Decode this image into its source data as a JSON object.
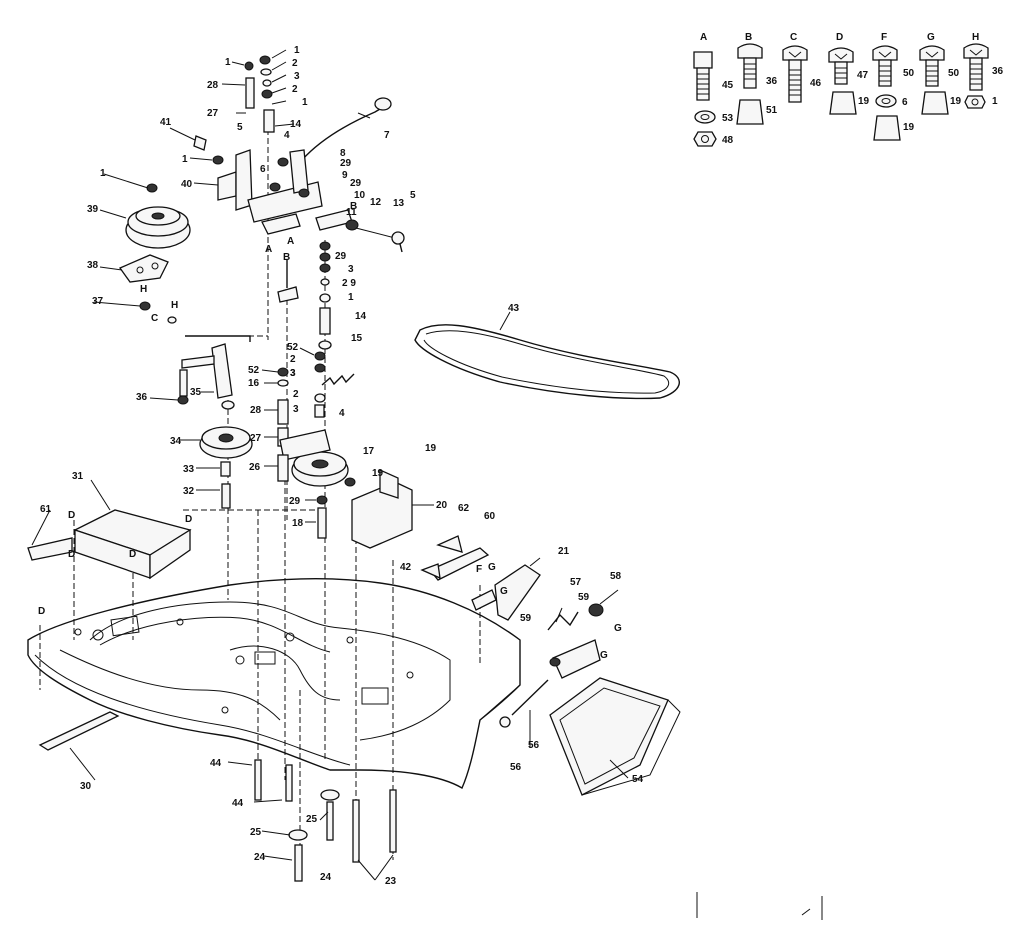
{
  "diagram": {
    "hardware_legend": [
      {
        "letter": "A",
        "part": "45"
      },
      {
        "letter": "B",
        "part": "36"
      },
      {
        "letter": "C",
        "part": "46"
      },
      {
        "letter": "D",
        "part": "47"
      },
      {
        "letter": "F",
        "part": "50"
      },
      {
        "letter": "G",
        "part": "50"
      },
      {
        "letter": "H",
        "part": "36"
      }
    ],
    "legend_extra": [
      "51",
      "19",
      "6",
      "19",
      "1",
      "53",
      "48",
      "19"
    ],
    "callouts": {
      "c1a": "1",
      "c1b": "1",
      "c2a": "2",
      "c3a": "3",
      "c2b": "2",
      "c1c": "1",
      "c28a": "28",
      "c27a": "27",
      "c14a": "14",
      "c5a": "5",
      "c4a": "4",
      "c7": "7",
      "c41": "41",
      "c1d": "1",
      "c40": "40",
      "c6": "6",
      "c8": "8",
      "c29a": "29",
      "c9": "9",
      "c29b": "29",
      "c10": "10",
      "cB1": "B",
      "c12": "12",
      "c13": "13",
      "c5b": "5",
      "c11": "11",
      "cA1": "A",
      "cA2": "A",
      "c1e": "1",
      "c39": "39",
      "cB2": "B",
      "c29c": "29",
      "c3b": "3",
      "c29d": "2 9",
      "c1f": "1",
      "c38": "38",
      "c37": "37",
      "cH1": "H",
      "cH2": "H",
      "cC1": "C",
      "c14b": "14",
      "c43": "43",
      "c52a": "52",
      "c15": "15",
      "c2c": "2",
      "c3c": "3",
      "c4b": "4",
      "c52b": "52",
      "c3d": "3",
      "c16": "16",
      "c2d": "2",
      "c28b": "28",
      "c3e": "3",
      "c36": "36",
      "c35": "35",
      "c34": "34",
      "c27b": "27",
      "c17": "17",
      "c19a": "19",
      "c26": "26",
      "c19b": "19",
      "c33": "33",
      "c32": "32",
      "c31": "31",
      "c29e": "29",
      "c20": "20",
      "c18": "18",
      "c61": "61",
      "cD1": "D",
      "cD2": "D",
      "cD3": "D",
      "cD4": "D",
      "c62": "62",
      "c60": "60",
      "c42": "42",
      "c21": "21",
      "cF": "F",
      "cG1": "G",
      "cG2": "G",
      "c57": "57",
      "c58": "58",
      "c59a": "59",
      "c59b": "59",
      "cG3": "G",
      "cG4": "G",
      "cD5": "D",
      "c30": "30",
      "c44a": "44",
      "c44b": "44",
      "c25a": "25",
      "c25b": "25",
      "c24a": "24",
      "c24b": "24",
      "c23": "23",
      "c56a": "56",
      "c56b": "56",
      "c54": "54"
    }
  }
}
